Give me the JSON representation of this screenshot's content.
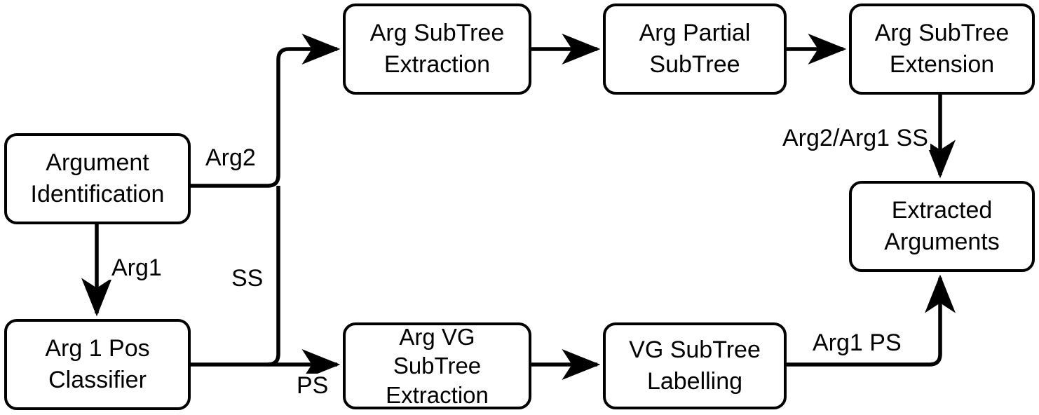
{
  "diagram": {
    "title": "Argument extraction pipeline flowchart",
    "stroke_color": "#000000",
    "fill_color": "#ffffff",
    "nodes": [
      {
        "id": "argument-identification",
        "label": "Argument\nIdentification"
      },
      {
        "id": "arg-subtree-extraction",
        "label": "Arg SubTree\nExtraction"
      },
      {
        "id": "arg-partial-subtree",
        "label": "Arg Partial\nSubTree"
      },
      {
        "id": "arg-subtree-extension",
        "label": "Arg SubTree\nExtension"
      },
      {
        "id": "extracted-arguments",
        "label": "Extracted\nArguments"
      },
      {
        "id": "arg-1-pos-classifier",
        "label": "Arg 1 Pos\nClassifier"
      },
      {
        "id": "arg-vg-subtree-extraction",
        "label": "Arg VG\nSubTree\nExtraction"
      },
      {
        "id": "vg-subtree-labelling",
        "label": "VG SubTree\nLabelling"
      }
    ],
    "edge_labels": [
      {
        "id": "arg2",
        "text": "Arg2"
      },
      {
        "id": "arg1",
        "text": "Arg1"
      },
      {
        "id": "ss",
        "text": "SS"
      },
      {
        "id": "ps",
        "text": "PS"
      },
      {
        "id": "arg2-arg1-ss",
        "text": "Arg2/Arg1 SS"
      },
      {
        "id": "arg1-ps",
        "text": "Arg1 PS"
      }
    ],
    "edges": [
      {
        "from": "argument-identification",
        "to": "arg-subtree-extraction",
        "label": "Arg2"
      },
      {
        "from": "argument-identification",
        "to": "arg-1-pos-classifier",
        "label": "Arg1"
      },
      {
        "from": "arg-subtree-extraction",
        "to": "arg-partial-subtree",
        "label": ""
      },
      {
        "from": "arg-partial-subtree",
        "to": "arg-subtree-extension",
        "label": ""
      },
      {
        "from": "arg-subtree-extension",
        "to": "extracted-arguments",
        "label": "Arg2/Arg1 SS"
      },
      {
        "from": "arg-1-pos-classifier",
        "to": "arg-vg-subtree-extraction",
        "label": "PS"
      },
      {
        "from": "arg-1-pos-classifier",
        "to": "arg-subtree-extraction",
        "label": "SS"
      },
      {
        "from": "arg-vg-subtree-extraction",
        "to": "vg-subtree-labelling",
        "label": ""
      },
      {
        "from": "vg-subtree-labelling",
        "to": "extracted-arguments",
        "label": "Arg1 PS"
      }
    ]
  }
}
